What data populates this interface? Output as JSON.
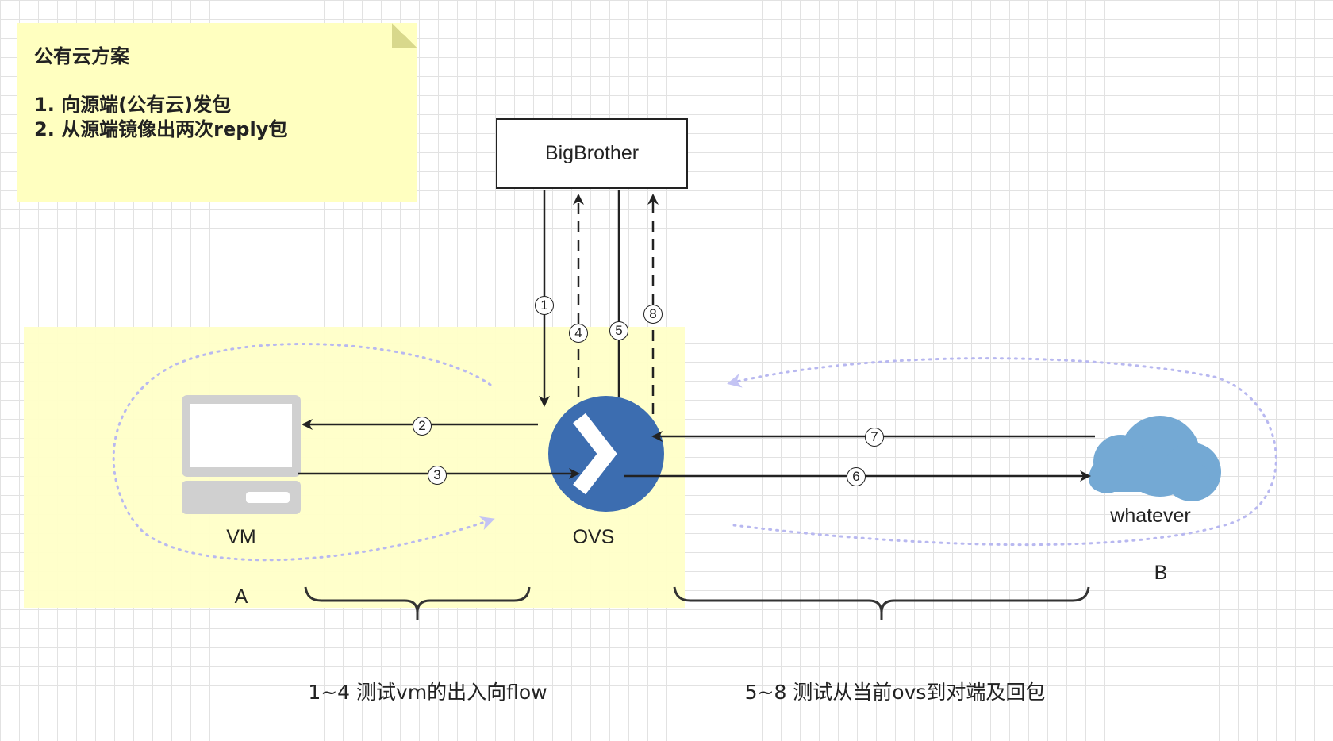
{
  "note": {
    "title": "公有云方案",
    "lines": [
      "1. 向源端(公有云)发包",
      "2. 从源端镜像出两次reply包"
    ]
  },
  "nodes": {
    "bigbrother": "BigBrother",
    "vm": "VM",
    "ovs": "OVS",
    "cloud": "whatever"
  },
  "zones": {
    "a": "A",
    "b": "B"
  },
  "steps": [
    "1",
    "2",
    "3",
    "4",
    "5",
    "6",
    "7",
    "8"
  ],
  "captions": {
    "left": "1~4 测试vm的出入向flow",
    "right": "5~8 测试从当前ovs到对端及回包"
  },
  "colors": {
    "note_bg": "#ffffc0",
    "zone_a_bg": "#ffffc8",
    "ovs_blue": "#3c6db0",
    "cloud_blue": "#74a9d4",
    "loop_dots": "#b8b8f0"
  }
}
